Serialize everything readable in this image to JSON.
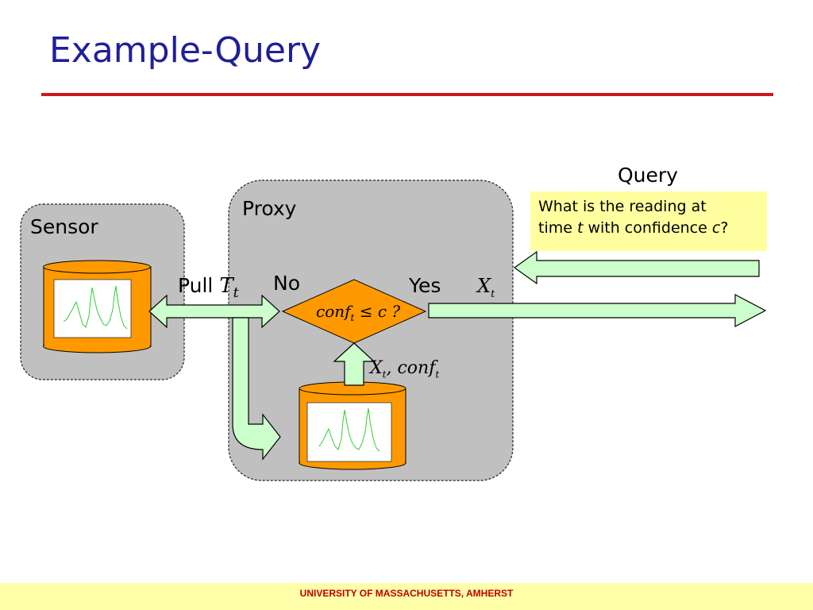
{
  "slide": {
    "title": "Example-Query",
    "footer": "UNIVERSITY OF MASSACHUSETTS, AMHERST"
  },
  "labels": {
    "sensor": "Sensor",
    "proxy": "Proxy",
    "query": "Query",
    "pull": "Pull",
    "pull_var": "T",
    "pull_sub": "t",
    "no": "No",
    "yes": "Yes",
    "output_var": "X",
    "output_sub": "t",
    "decision_conf": "conf",
    "decision_sub": "t",
    "decision_rest": " ≤ c ?",
    "feed_x": "X",
    "feed_x_sub": "t",
    "feed_conf": ", conf",
    "feed_conf_sub": "t"
  },
  "query_box": {
    "line1": "What is the reading at",
    "line2_pre": "time ",
    "line2_t": "t",
    "line2_mid": " with confidence ",
    "line2_c": "c",
    "line2_end": "?"
  },
  "colors": {
    "title": "#1f1f99",
    "rule": "#cc1a1a",
    "region_fill": "#c0c0c0",
    "database": "#ff9900",
    "arrow_fill": "#ccffcc",
    "query_box": "#ffffa0",
    "footer_bg": "#ffffaa",
    "footer_text": "#c00000"
  }
}
